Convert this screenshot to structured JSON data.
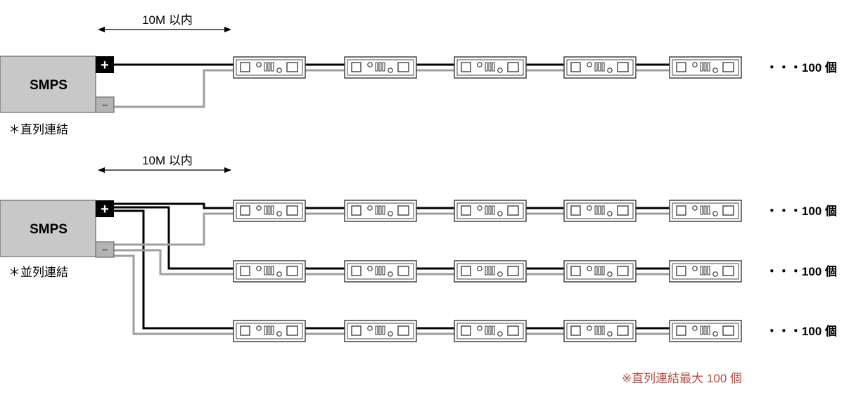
{
  "diagrams": [
    {
      "id": "series",
      "smps_label": "SMPS",
      "plus_symbol": "+",
      "minus_symbol": "−",
      "distance_label": "10M 以内",
      "connection_label": "＊直列連結",
      "chains": [
        {
          "count_label": "・・・100 個"
        }
      ]
    },
    {
      "id": "parallel",
      "smps_label": "SMPS",
      "plus_symbol": "+",
      "minus_symbol": "−",
      "distance_label": "10M 以内",
      "connection_label": "＊並列連結",
      "chains": [
        {
          "count_label": "・・・100 個"
        },
        {
          "count_label": "・・・100 個"
        },
        {
          "count_label": "・・・100 個"
        }
      ]
    }
  ],
  "footnote": "※直列連結最大 100 個",
  "colors": {
    "smps_fill": "#c8c8c8",
    "positive_terminal": "#000000",
    "negative_terminal": "#b4b4b4",
    "positive_wire": "#000000",
    "negative_wire": "#9e9e9e",
    "footnote": "#b0504a"
  }
}
